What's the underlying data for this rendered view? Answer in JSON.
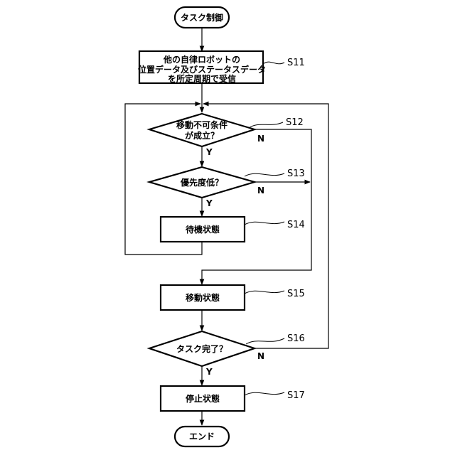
{
  "start": "タスク制御",
  "end": "エンド",
  "s11": {
    "label": "S11",
    "lines": [
      "他の自律ロボットの",
      "位置データ及びステータスデータ",
      "を所定周期で受信"
    ]
  },
  "s12": {
    "label": "S12",
    "lines": [
      "移動不可条件",
      "が成立？"
    ],
    "yes": "Y",
    "no": "N"
  },
  "s13": {
    "label": "S13",
    "text": "優先度低？",
    "yes": "Y",
    "no": "N"
  },
  "s14": {
    "label": "S14",
    "text": "待機状態"
  },
  "s15": {
    "label": "S15",
    "text": "移動状態"
  },
  "s16": {
    "label": "S16",
    "text": "タスク完了？",
    "yes": "Y",
    "no": "N"
  },
  "s17": {
    "label": "S17",
    "text": "停止状態"
  }
}
